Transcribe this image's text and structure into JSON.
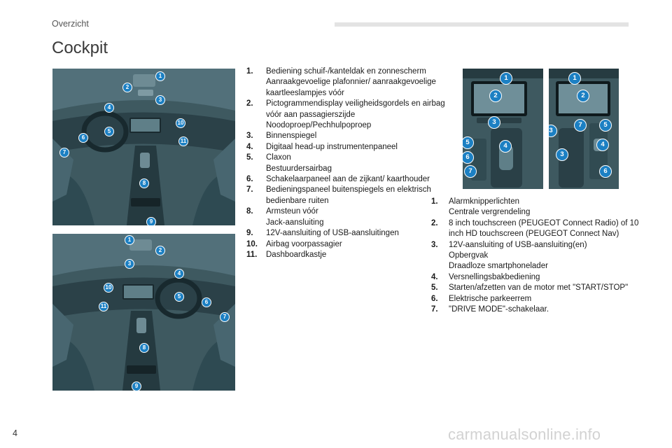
{
  "header": {
    "section": "Overzicht",
    "title": "Cockpit"
  },
  "list1": [
    {
      "num": "1.",
      "text": "Bediening schuif-/kanteldak en zonnescherm\nAanraakgevoelige plafonnier/ aanraakgevoelige kaartleeslampjes vóór"
    },
    {
      "num": "2.",
      "text": "Pictogrammendisplay veiligheidsgordels en airbag vóór aan passagierszijde\nNoodoproep/Pechhulpoproep"
    },
    {
      "num": "3.",
      "text": "Binnenspiegel"
    },
    {
      "num": "4.",
      "text": "Digitaal head-up instrumentenpaneel"
    },
    {
      "num": "5.",
      "text": "Claxon\nBestuurdersairbag"
    },
    {
      "num": "6.",
      "text": "Schakelaarpaneel aan de zijkant/ kaarthouder"
    },
    {
      "num": "7.",
      "text": "Bedieningspaneel buitenspiegels en elektrisch bedienbare ruiten"
    },
    {
      "num": "8.",
      "text": "Armsteun vóór\nJack-aansluiting"
    },
    {
      "num": "9.",
      "text": "12V-aansluiting of USB-aansluitingen"
    },
    {
      "num": "10.",
      "text": "Airbag voorpassagier"
    },
    {
      "num": "11.",
      "text": "Dashboardkastje"
    }
  ],
  "list2": [
    {
      "num": "1.",
      "text": "Alarmknipperlichten\nCentrale vergrendeling"
    },
    {
      "num": "2.",
      "text": "8 inch touchscreen (PEUGEOT Connect Radio) of 10 inch HD touchscreen (PEUGEOT Connect Nav)"
    },
    {
      "num": "3.",
      "text": "12V-aansluiting of USB-aansluiting(en)\nOpbergvak\nDraadloze smartphonelader"
    },
    {
      "num": "4.",
      "text": "Versnellingsbakbediening"
    },
    {
      "num": "5.",
      "text": "Starten/afzetten van de motor met \"START/STOP\""
    },
    {
      "num": "6.",
      "text": "Elektrische parkeerrem"
    },
    {
      "num": "7.",
      "text": "\"DRIVE MODE\"-schakelaar."
    }
  ],
  "photo1_markers": [
    "1",
    "2",
    "3",
    "4",
    "5",
    "6",
    "7",
    "8",
    "9",
    "10",
    "11"
  ],
  "photo2_markers": [
    "1",
    "2",
    "3",
    "4",
    "5",
    "6",
    "7",
    "8",
    "9",
    "10",
    "11"
  ],
  "photo3_markers": [
    "1",
    "2",
    "3",
    "4",
    "5",
    "6",
    "7"
  ],
  "photo4_markers": [
    "1",
    "2",
    "3",
    "7",
    "5",
    "4",
    "3",
    "6"
  ],
  "footer": {
    "page_number": "4",
    "watermark": "carmanualsonline.info"
  },
  "colors": {
    "marker": "#1c80c3",
    "photo_bg": "#3e5960",
    "header_bar": "#e3e3e3"
  }
}
